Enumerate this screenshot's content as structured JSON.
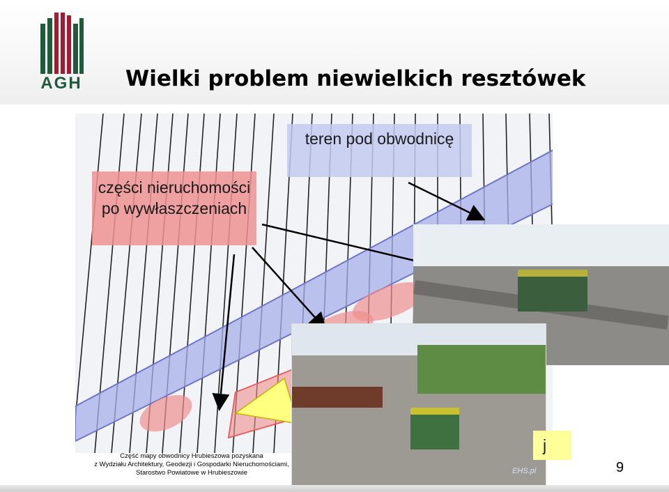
{
  "logo": {
    "text": "AGH"
  },
  "title": "Wielki problem niewielkich resztówek",
  "labels": {
    "parcel_parts": "części nieruchomości po wywłaszczeniach",
    "road_area": "teren pod obwodnicę",
    "partially_hidden": "j"
  },
  "credit": {
    "line1": "Część mapy obwodnicy Hrubieszowa pozyskana",
    "line2": "z Wydziału Architektury, Geodezji i Gospodarki Nieruchomościami,",
    "line3": "Starostwo Powiatowe w Hrubieszowie"
  },
  "watermark": "EHS.pl",
  "page_number": "9",
  "colors": {
    "brand_green": "#1e5b3a",
    "brand_red": "#a7192e",
    "road_band": "#a7b0e8",
    "parcel_highlight": "#ef8f8f",
    "yellow_area": "#ffff80"
  }
}
